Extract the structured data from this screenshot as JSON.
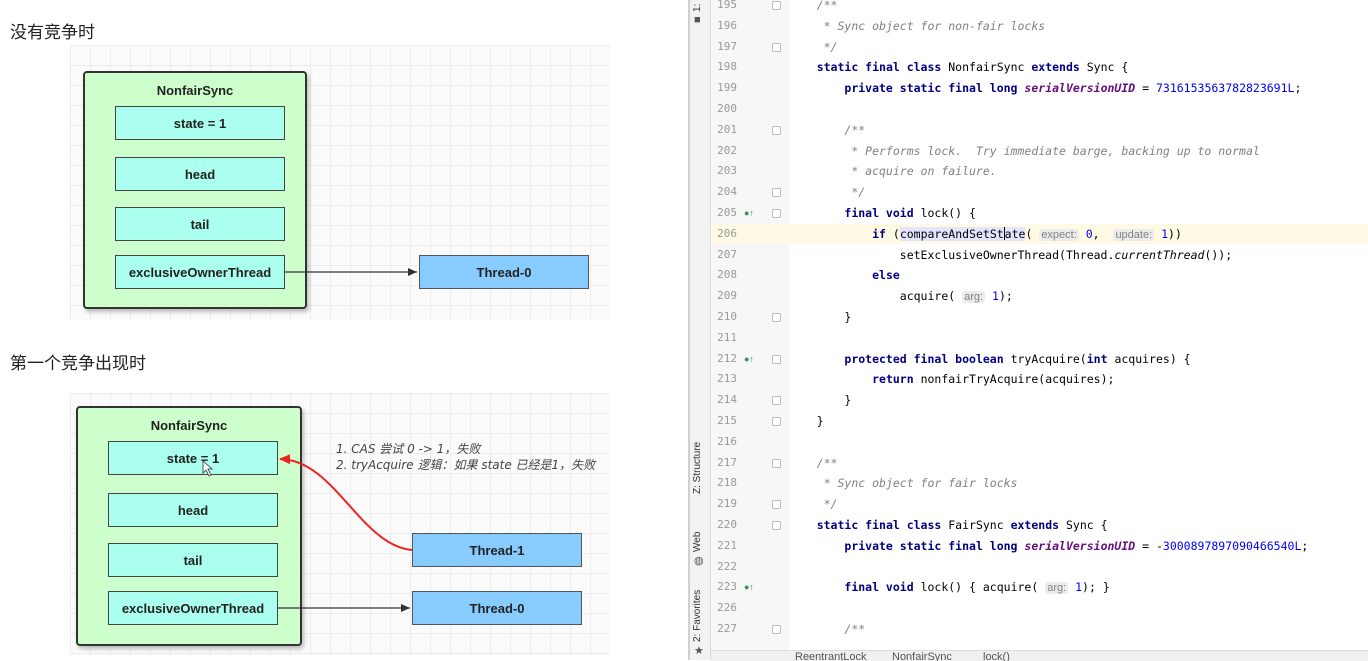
{
  "diagram_top": {
    "heading": "没有竞争时",
    "container_title": "NonfairSync",
    "fields": [
      "state = 1",
      "head",
      "tail",
      "exclusiveOwnerThread"
    ],
    "thread": "Thread-0"
  },
  "diagram_bottom": {
    "heading": "第一个竞争出现时",
    "container_title": "NonfairSync",
    "fields": [
      "state = 1",
      "head",
      "tail",
      "exclusiveOwnerThread"
    ],
    "thread_contender": "Thread-1",
    "thread_owner": "Thread-0",
    "notes": [
      "1. CAS 尝试 0 -> 1，失败",
      "2. tryAcquire 逻辑：如果 state 已经是1，失败"
    ]
  },
  "colors": {
    "container": "#ccffcc",
    "field": "#aaffee",
    "thread": "#88ccff",
    "cas_arrow": "#ff2222"
  },
  "ide": {
    "toolstrip": {
      "structure_label": "Z: Structure",
      "web_label": "Web",
      "favorites_label": "2: Favorites",
      "top_label": "1:"
    },
    "lines": [
      {
        "num": "195",
        "html": "    <span class=\"cm\">/**</span>",
        "mark": ""
      },
      {
        "num": "196",
        "html": "     <span class=\"cm\">* Sync object for non-fair locks</span>",
        "mark": ""
      },
      {
        "num": "197",
        "html": "     <span class=\"cm\">*/</span>",
        "mark": ""
      },
      {
        "num": "198",
        "html": "    <span class=\"kw\">static final class</span> NonfairSync <span class=\"kw\">extends</span> Sync {",
        "mark": ""
      },
      {
        "num": "199",
        "html": "        <span class=\"kw\">private static final long</span> <span class=\"fld\">serialVersionUID</span> = <span class=\"num\">7316153563782823691L</span>;",
        "mark": ""
      },
      {
        "num": "200",
        "html": "",
        "mark": ""
      },
      {
        "num": "201",
        "html": "        <span class=\"cm\">/**</span>",
        "mark": ""
      },
      {
        "num": "202",
        "html": "         <span class=\"cm\">* Performs lock.  Try immediate barge, backing up to normal</span>",
        "mark": ""
      },
      {
        "num": "203",
        "html": "         <span class=\"cm\">* acquire on failure.</span>",
        "mark": ""
      },
      {
        "num": "204",
        "html": "         <span class=\"cm\">*/</span>",
        "mark": ""
      },
      {
        "num": "205",
        "html": "        <span class=\"kw\">final void</span> lock() {",
        "mark": "●↑"
      },
      {
        "num": "206",
        "html": "            <span class=\"kw\">if</span> (<span class=\"hlcall\">compareAndSetSt<span class=\"caret\"></span>ate</span>( <span class=\"hint\">expect:</span> <span class=\"num\">0</span>,  <span class=\"hint\">update:</span> <span class=\"num\">1</span>))",
        "mark": ""
      },
      {
        "num": "207",
        "html": "                setExclusiveOwnerThread(Thread.<span class=\"it\">currentThread</span>());",
        "mark": ""
      },
      {
        "num": "208",
        "html": "            <span class=\"kw\">else</span>",
        "mark": ""
      },
      {
        "num": "209",
        "html": "                acquire( <span class=\"hint\">arg:</span> <span class=\"num\">1</span>);",
        "mark": ""
      },
      {
        "num": "210",
        "html": "        }",
        "mark": ""
      },
      {
        "num": "211",
        "html": "",
        "mark": ""
      },
      {
        "num": "212",
        "html": "        <span class=\"kw\">protected final boolean</span> tryAcquire(<span class=\"kw\">int</span> acquires) {",
        "mark": "●↑"
      },
      {
        "num": "213",
        "html": "            <span class=\"kw\">return</span> nonfairTryAcquire(acquires);",
        "mark": ""
      },
      {
        "num": "214",
        "html": "        }",
        "mark": ""
      },
      {
        "num": "215",
        "html": "    }",
        "mark": ""
      },
      {
        "num": "216",
        "html": "",
        "mark": ""
      },
      {
        "num": "217",
        "html": "    <span class=\"cm\">/**</span>",
        "mark": ""
      },
      {
        "num": "218",
        "html": "     <span class=\"cm\">* Sync object for fair locks</span>",
        "mark": ""
      },
      {
        "num": "219",
        "html": "     <span class=\"cm\">*/</span>",
        "mark": ""
      },
      {
        "num": "220",
        "html": "    <span class=\"kw\">static final class</span> FairSync <span class=\"kw\">extends</span> Sync {",
        "mark": ""
      },
      {
        "num": "221",
        "html": "        <span class=\"kw\">private static final long</span> <span class=\"fld\">serialVersionUID</span> = -<span class=\"num\">3000897897090466540L</span>;",
        "mark": ""
      },
      {
        "num": "222",
        "html": "",
        "mark": ""
      },
      {
        "num": "223",
        "html": "        <span class=\"kw\">final void</span> lock() { acquire( <span class=\"hint\">arg:</span> <span class=\"num\">1</span>); }",
        "mark": "●↑"
      },
      {
        "num": "226",
        "html": "",
        "mark": ""
      },
      {
        "num": "227",
        "html": "        <span class=\"cm\">/**</span>",
        "mark": ""
      }
    ],
    "breadcrumb": [
      "ReentrantLock",
      "NonfairSync",
      "lock()"
    ]
  }
}
